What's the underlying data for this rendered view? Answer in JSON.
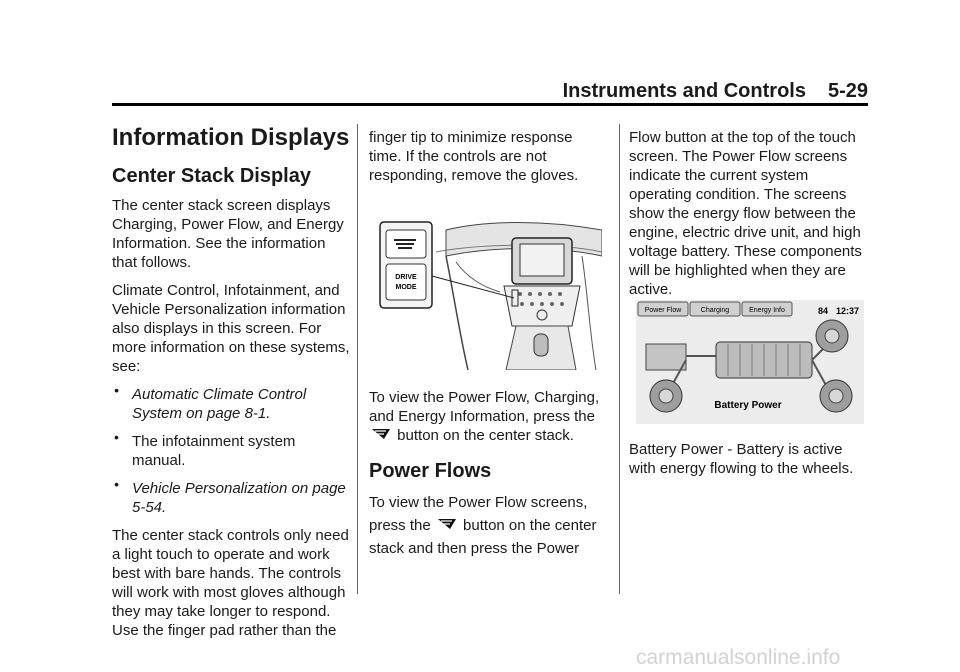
{
  "header": {
    "section": "Instruments and Controls",
    "page": "5-29"
  },
  "col1": {
    "title": "Information Displays",
    "subtitle": "Center Stack Display",
    "p1": "The center stack screen displays Charging, Power Flow, and Energy Information. See the information that follows.",
    "p2": "Climate Control, Infotainment, and Vehicle Personalization information also displays in this screen. For more information on these systems, see:",
    "refs": [
      "Automatic Climate Control System on page 8-1.",
      "The infotainment system manual.",
      "Vehicle Personalization on page 5-54."
    ],
    "p3": "The center stack controls only need a light touch to operate and work best with bare hands. The controls will work with most gloves although they may take longer to respond. Use the finger pad rather than the"
  },
  "col2": {
    "p1": "finger tip to minimize response time. If the controls are not responding, remove the gloves.",
    "fig_drive_label_1": "DRIVE",
    "fig_drive_label_2": "MODE",
    "p2a": "To view the Power Flow, Charging, and Energy Information, press the",
    "p2b": "button on the center stack.",
    "h2": "Power Flows",
    "p3a": "To view the Power Flow screens, press the",
    "p3b": "button on the center stack and then press the Power"
  },
  "col3": {
    "p1": "Flow button at the top of the touch screen. The Power Flow screens indicate the current system operating condition. The screens show the energy flow between the engine, electric drive unit, and high voltage battery. These components will be highlighted when they are active.",
    "screen": {
      "tab1": "Power Flow",
      "tab2": "Charging",
      "tab3": "Energy Info",
      "temp": "84",
      "time": "12:37",
      "caption": "Battery Power"
    },
    "p2": "Battery Power - Battery is active with energy flowing to the wheels."
  },
  "watermark": "carmanualsonline.info",
  "icons": {
    "ev_button": "ev-leaf-icon"
  }
}
